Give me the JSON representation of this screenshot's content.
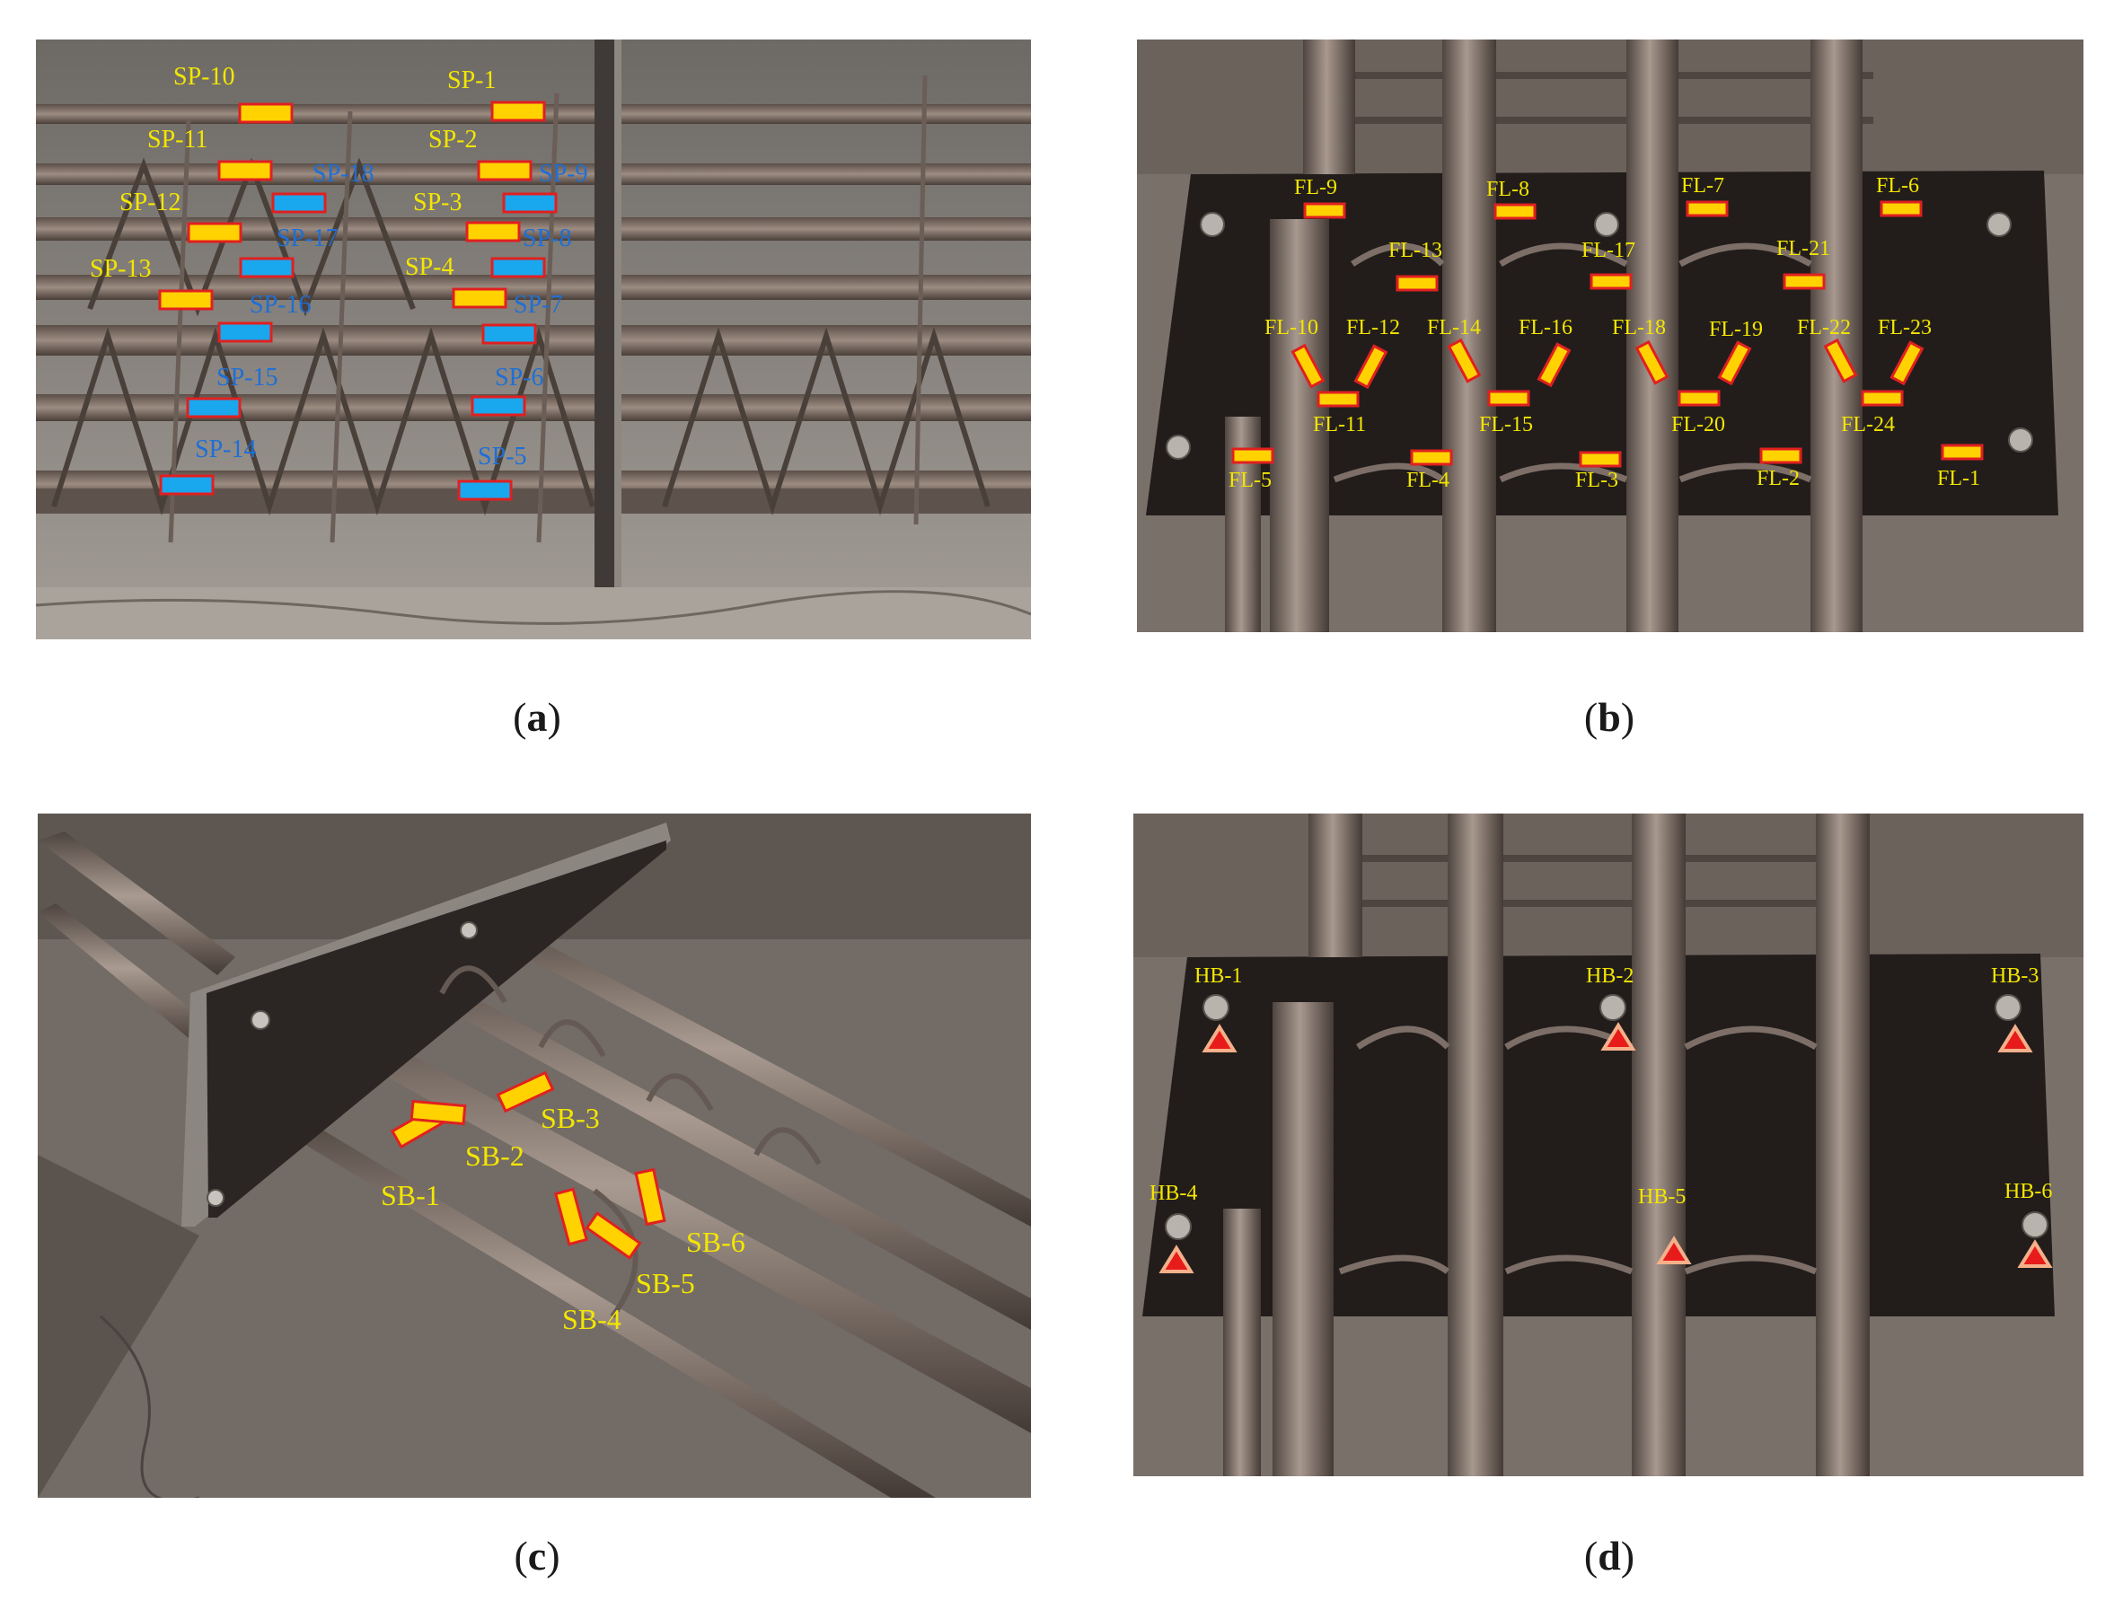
{
  "colors": {
    "label_yellow": "#f3e600",
    "label_blue": "#1e6fd6",
    "gauge_fill_yellow": "#ffd200",
    "gauge_fill_blue": "#19a7ee",
    "gauge_border": "#e02020",
    "triangle_fill": "#e81b1b",
    "triangle_border": "#f5b08a"
  },
  "panels": {
    "a": {
      "caption_letter": "a",
      "yellow_labels": [
        "SP-10",
        "SP-1",
        "SP-11",
        "SP-2",
        "SP-12",
        "SP-3",
        "SP-13",
        "SP-4"
      ],
      "blue_labels": [
        "SP-18",
        "SP-9",
        "SP-17",
        "SP-8",
        "SP-16",
        "SP-7",
        "SP-15",
        "SP-6",
        "SP-14",
        "SP-5"
      ]
    },
    "b": {
      "caption_letter": "b",
      "labels": [
        "FL-9",
        "FL-8",
        "FL-7",
        "FL-6",
        "FL-13",
        "FL-17",
        "FL-21",
        "FL-10",
        "FL-12",
        "FL-14",
        "FL-16",
        "FL-18",
        "FL-19",
        "FL-22",
        "FL-23",
        "FL-11",
        "FL-15",
        "FL-20",
        "FL-24",
        "FL-5",
        "FL-4",
        "FL-3",
        "FL-2",
        "FL-1"
      ]
    },
    "c": {
      "caption_letter": "c",
      "labels": [
        "SB-3",
        "SB-2",
        "SB-1",
        "SB-6",
        "SB-5",
        "SB-4"
      ]
    },
    "d": {
      "caption_letter": "d",
      "labels": [
        "HB-1",
        "HB-2",
        "HB-3",
        "HB-4",
        "HB-5",
        "HB-6"
      ]
    }
  }
}
